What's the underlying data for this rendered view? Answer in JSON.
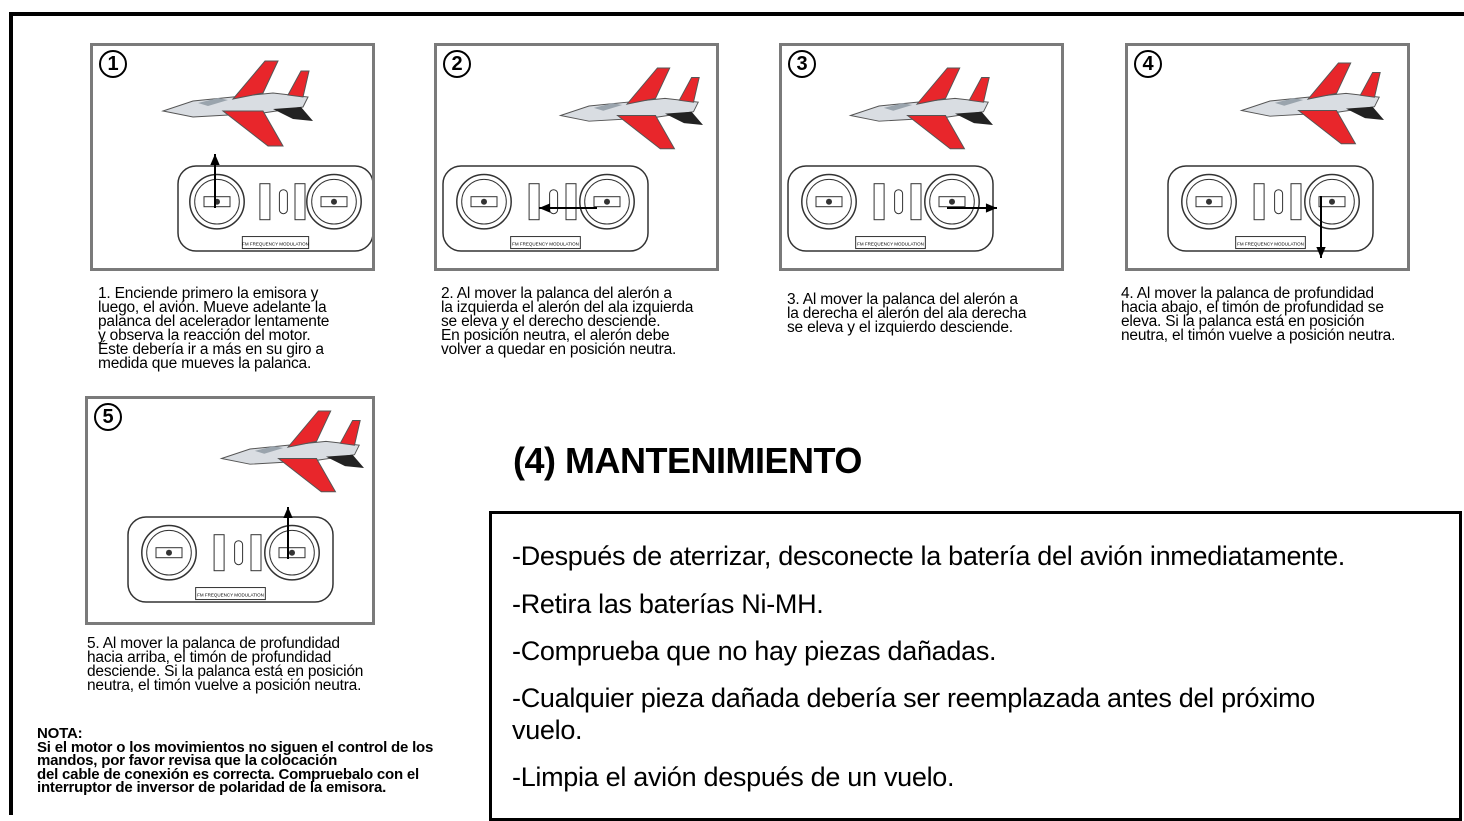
{
  "steps": [
    {
      "number": "1",
      "caption": "1. Enciende primero la emisora y\nluego, el avión. Mueve adelante la\npalanca del acelerador lentamente\ny observa la reacción del motor.\nÉste debería ir a más en su giro a\nmedida que mueves la palanca."
    },
    {
      "number": "2",
      "caption": "2. Al mover la palanca del alerón a\nla izquierda el alerón del ala izquierda\nse eleva y el derecho desciende.\nEn posición neutra, el alerón debe\nvolver a quedar en posición neutra."
    },
    {
      "number": "3",
      "caption": "3. Al mover la palanca del alerón a\nla derecha el alerón del ala derecha\nse eleva y el izquierdo desciende."
    },
    {
      "number": "4",
      "caption": "4. Al mover la palanca de profundidad\nhacia abajo, el timón de profundidad se\neleva. Si la palanca está en posición\nneutra, el timón vuelve a posición neutra."
    },
    {
      "number": "5",
      "caption": "5. Al mover la palanca de profundidad\nhacia arriba, el timón de profundidad\ndesciende. Si la palanca está en posición\nneutra, el timón vuelve a posición neutra."
    }
  ],
  "transmitter_label": "FM FREQUENCY MODULATION",
  "maintenance": {
    "heading": "(4) MANTENIMIENTO",
    "items": [
      "-Después de aterrizar, desconecte la batería del avión inmediatamente.",
      "-Retira las baterías Ni-MH.",
      "-Comprueba que no hay piezas dañadas.",
      "-Cualquier pieza dañada debería ser reemplazada antes del próximo\nvuelo.",
      "-Limpia el avión después de un vuelo."
    ]
  },
  "nota": {
    "title": "NOTA:",
    "text": "Si el motor o los movimientos no siguen el control de los\nmandos, por favor revisa que la colocación\ndel cable de conexión es correcta. Compruebalo con el\ninterruptor de inversor de polaridad de la emisora."
  },
  "colors": {
    "accent_red": "#e8262b",
    "plane_gray": "#d9dde2",
    "panel_border": "#7a7a7a"
  }
}
